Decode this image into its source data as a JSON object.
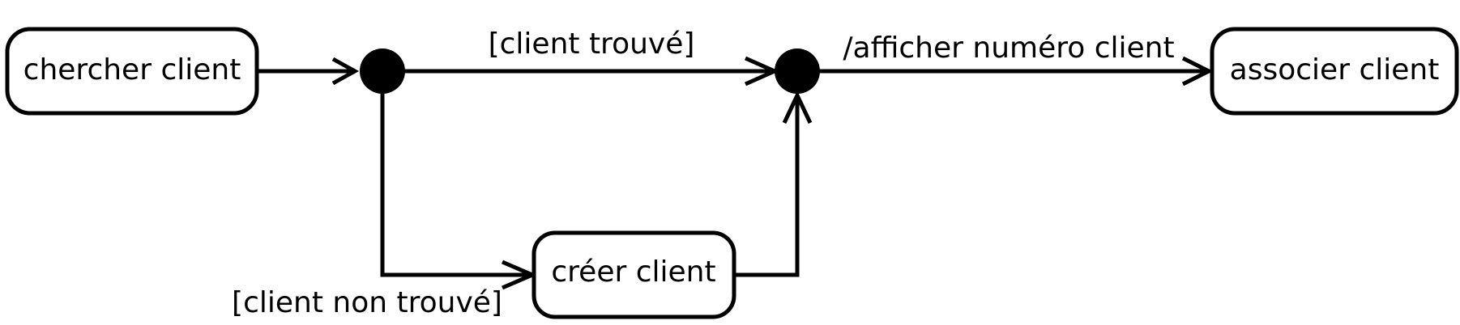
{
  "states": {
    "chercher_client": "chercher client",
    "creer_client": "créer client",
    "associer_client": "associer client"
  },
  "transitions": {
    "client_trouve": "[client trouvé]",
    "client_non_trouve": "[client non trouvé]",
    "afficher_numero_client": "/afficher numéro client"
  },
  "colors": {
    "stroke": "#000000",
    "fill": "#ffffff",
    "node": "#000000"
  }
}
